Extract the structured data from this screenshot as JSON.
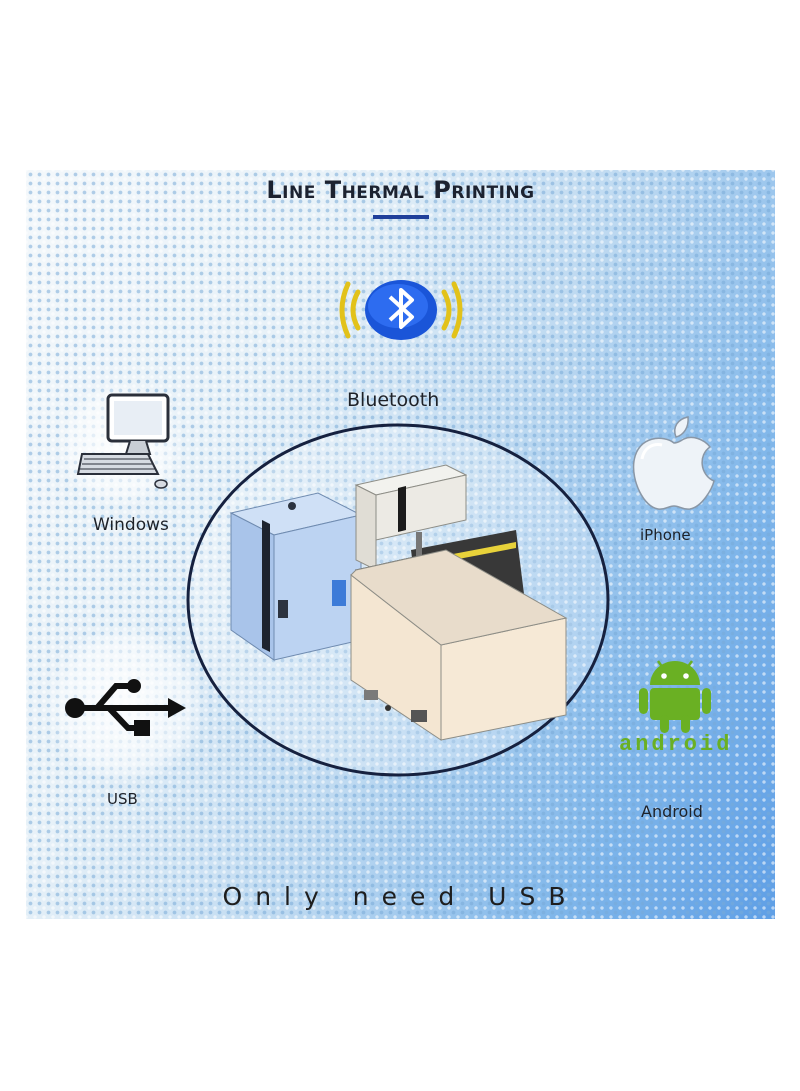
{
  "header": {
    "title": "Line Thermal Printing"
  },
  "connections": {
    "bluetooth": {
      "label": "Bluetooth",
      "icon": "bluetooth-icon"
    },
    "windows": {
      "label": "Windows",
      "icon": "computer-icon"
    },
    "usb": {
      "label": "USB",
      "icon": "usb-icon"
    },
    "iphone": {
      "label": "iPhone",
      "icon": "apple-icon"
    },
    "android": {
      "label": "Android",
      "icon": "android-icon",
      "logo_text": "android"
    }
  },
  "footer": {
    "text": "Only need USB"
  },
  "colors": {
    "title": "#1c2230",
    "underline": "#1f3f9a",
    "bluetooth_blue": "#1a55d8",
    "android_green": "#6ab023",
    "circle_outline": "#16213f"
  }
}
